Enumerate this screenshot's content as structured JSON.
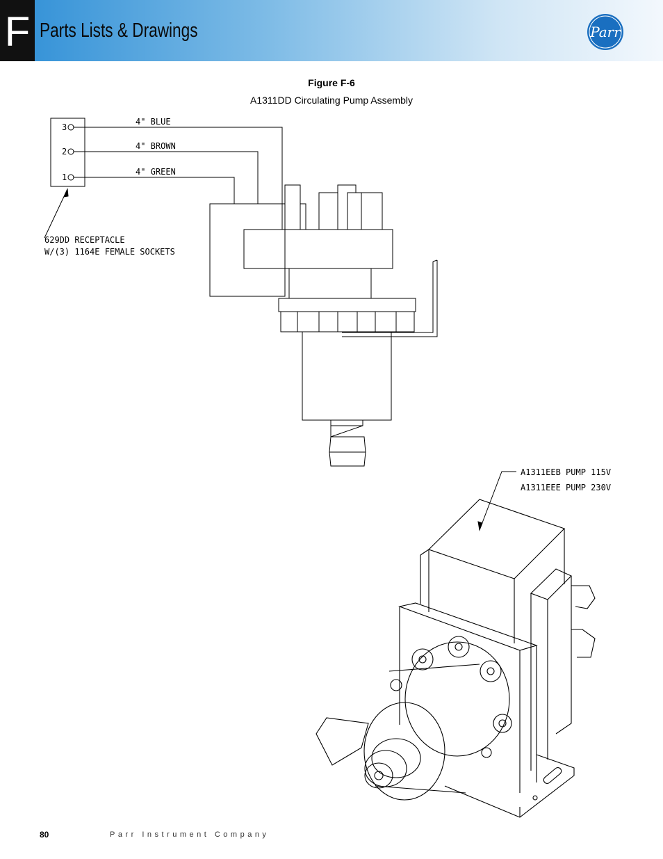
{
  "header": {
    "section_letter": "F",
    "title": "Parts Lists & Drawings",
    "logo_text": "Parr"
  },
  "figure": {
    "number": "Figure F-6",
    "caption": "A1311DD Circulating Pump Assembly"
  },
  "schematic": {
    "terminals": [
      "3",
      "2",
      "1"
    ],
    "wires": [
      "4\" BLUE",
      "4\" BROWN",
      "4\" GREEN"
    ],
    "receptacle_label": [
      "629DD RECEPTACLE",
      "W/(3) 1164E FEMALE SOCKETS"
    ]
  },
  "pump_callout": [
    "A1311EEB PUMP  115V",
    "A1311EEE PUMP  230V"
  ],
  "footer": {
    "page_number": "80",
    "company": "Parr Instrument Company"
  },
  "colors": {
    "header_gradient_start": "#2d8ed6",
    "header_gradient_end": "#f3f8fd",
    "section_tab": "#111111",
    "logo_blue": "#1a6fc0"
  }
}
